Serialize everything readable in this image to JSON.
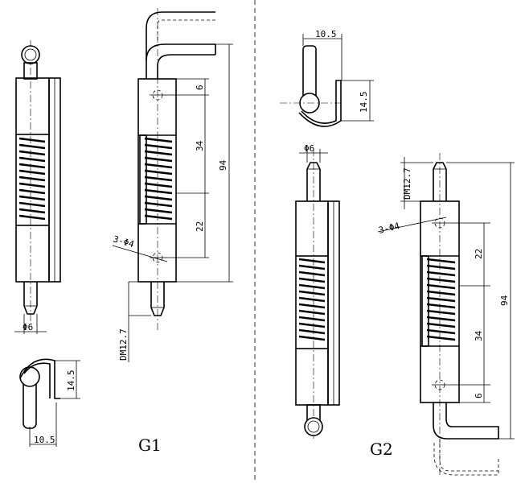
{
  "labels": {
    "g1": "G1",
    "g2": "G2"
  },
  "g1": {
    "bottom_view": {
      "width": "10.5",
      "height": "14.5"
    },
    "front_view": {
      "diameter": "Φ6"
    },
    "side_view": {
      "d1": "6",
      "d2": "34",
      "d3": "22",
      "total": "94",
      "holes": "3-Φ4",
      "thread": "DM12.7"
    }
  },
  "g2": {
    "top_view": {
      "width": "10.5",
      "height": "14.5"
    },
    "front_view": {
      "diameter": "Φ6"
    },
    "side_view": {
      "thread": "DM12.7",
      "holes": "3-Φ4",
      "d1": "22",
      "d2": "34",
      "d3": "6",
      "total": "94"
    }
  }
}
